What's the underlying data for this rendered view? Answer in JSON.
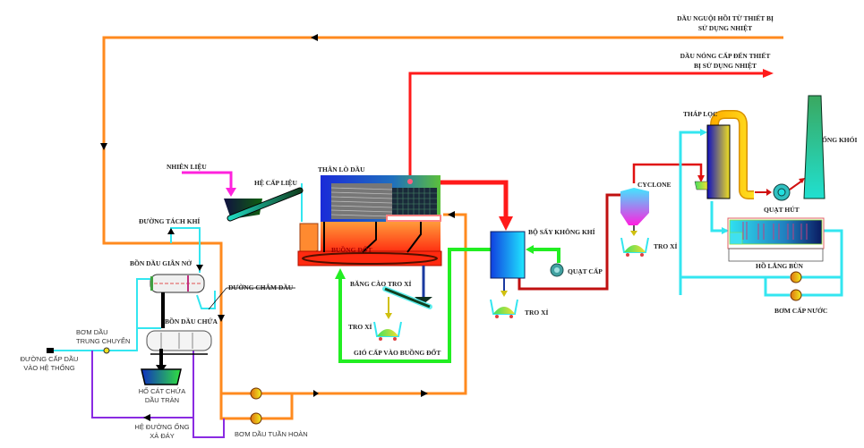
{
  "diagram": {
    "title": "Sơ đồ hệ thống lò dầu tải nhiệt",
    "colors": {
      "cold_oil": "#ff8a1e",
      "hot_oil": "#ff1a1a",
      "air": "#22ee22",
      "water": "#33e6f0",
      "drain": "#8a2be2",
      "fuel": "#ff22dd"
    },
    "labels": {
      "cold_oil_return": [
        "DẦU NGUỘI HỒI TỪ THIẾT BỊ",
        "SỬ DỤNG NHIỆT"
      ],
      "hot_oil_supply": [
        "DẦU NÓNG CẤP ĐẾN THIẾT",
        "BỊ SỬ DỤNG NHIỆT"
      ],
      "fuel": "NHIÊN LIỆU",
      "feeder": "HỆ CẤP LIỆU",
      "boiler_body": "THÂN LÒ DẦU",
      "combustion_chamber": "BUỒNG ĐỐT",
      "ash_scraper": "BĂNG CÀO TRO XỈ",
      "ash_1": "TRO XỈ",
      "combustion_air": "GIÓ CẤP VÀO BUỒNG ĐỐT",
      "air_preheater": "BỘ SẤY KHÔNG KHÍ",
      "supply_fan": "QUẠT CẤP",
      "ash_2": "TRO XỈ",
      "cyclone": "CYCLONE",
      "ash_3": "TRO XỈ",
      "filter_tower": "THÁP LỌC",
      "chimney": "ỐNG KHÓI",
      "induced_fan": "QUẠT HÚT",
      "sludge_tank": "HỒ LẮNG BÙN",
      "water_pump": "BƠM CẤP NƯỚC",
      "degas_line": "ĐƯỜNG TÁCH KHÍ",
      "expansion_tank": "BỒN DẦU GIÃN NỞ",
      "fill_line": "ĐƯỜNG CHÂM DẦU",
      "storage_tank": "BỒN DẦU CHỨA",
      "transfer_pump": [
        "BƠM DẦU",
        "TRUNG CHUYỂN"
      ],
      "oil_supply_line": [
        "ĐƯỜNG CẤP DẦU",
        "VÀO HỆ THỐNG"
      ],
      "overflow_pit": [
        "HỐ CÁT CHỨA",
        "DẦU TRÀN"
      ],
      "drain_line": [
        "HỆ ĐƯỜNG ỐNG",
        "XẢ ĐÁY"
      ],
      "circulation_pump": "BƠM DẦU TUẦN HOÀN"
    }
  }
}
